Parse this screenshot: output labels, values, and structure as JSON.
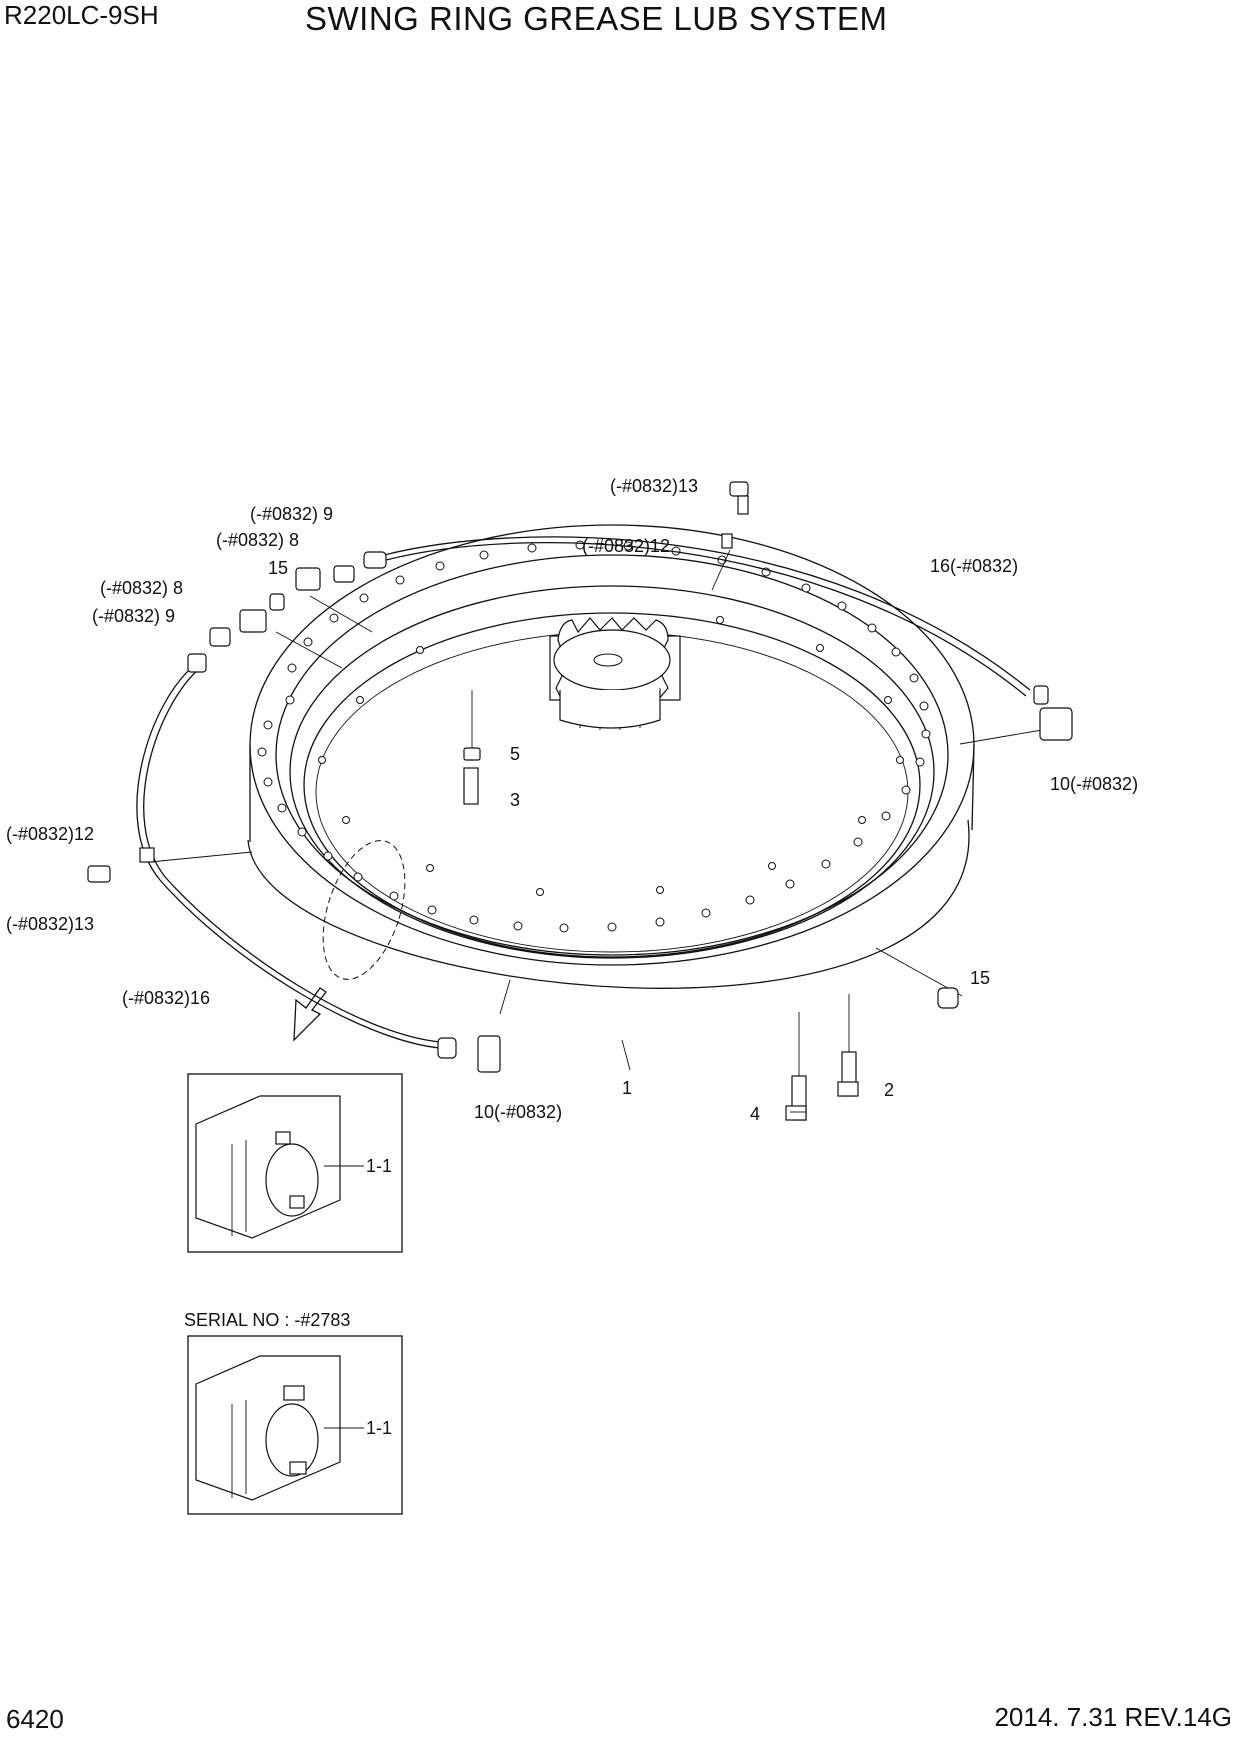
{
  "header": {
    "model": "R220LC-9SH",
    "title": "SWING RING GREASE LUB SYSTEM"
  },
  "footer": {
    "page": "6420",
    "revision": "2014. 7.31  REV.14G"
  },
  "callouts": {
    "c13_top": "(-#0832)13",
    "c12_top": "(-#0832)12",
    "c9_upper": "(-#0832) 9",
    "c8_upper": "(-#0832) 8",
    "c15_upper": "15",
    "c8_lower": "(-#0832) 8",
    "c9_lower": "(-#0832) 9",
    "c16_right": "16(-#0832)",
    "c5": "5",
    "c3": "3",
    "c10_right": "10(-#0832)",
    "c12_left": "(-#0832)12",
    "c13_left": "(-#0832)13",
    "c16_left": "(-#0832)16",
    "c15_right": "15",
    "c1": "1",
    "c2": "2",
    "c4": "4",
    "c10_bottom": "10(-#0832)"
  },
  "details": {
    "detail1_label": "1-1",
    "detail2_serial": "SERIAL NO : -#2783",
    "detail2_label": "1-1"
  }
}
